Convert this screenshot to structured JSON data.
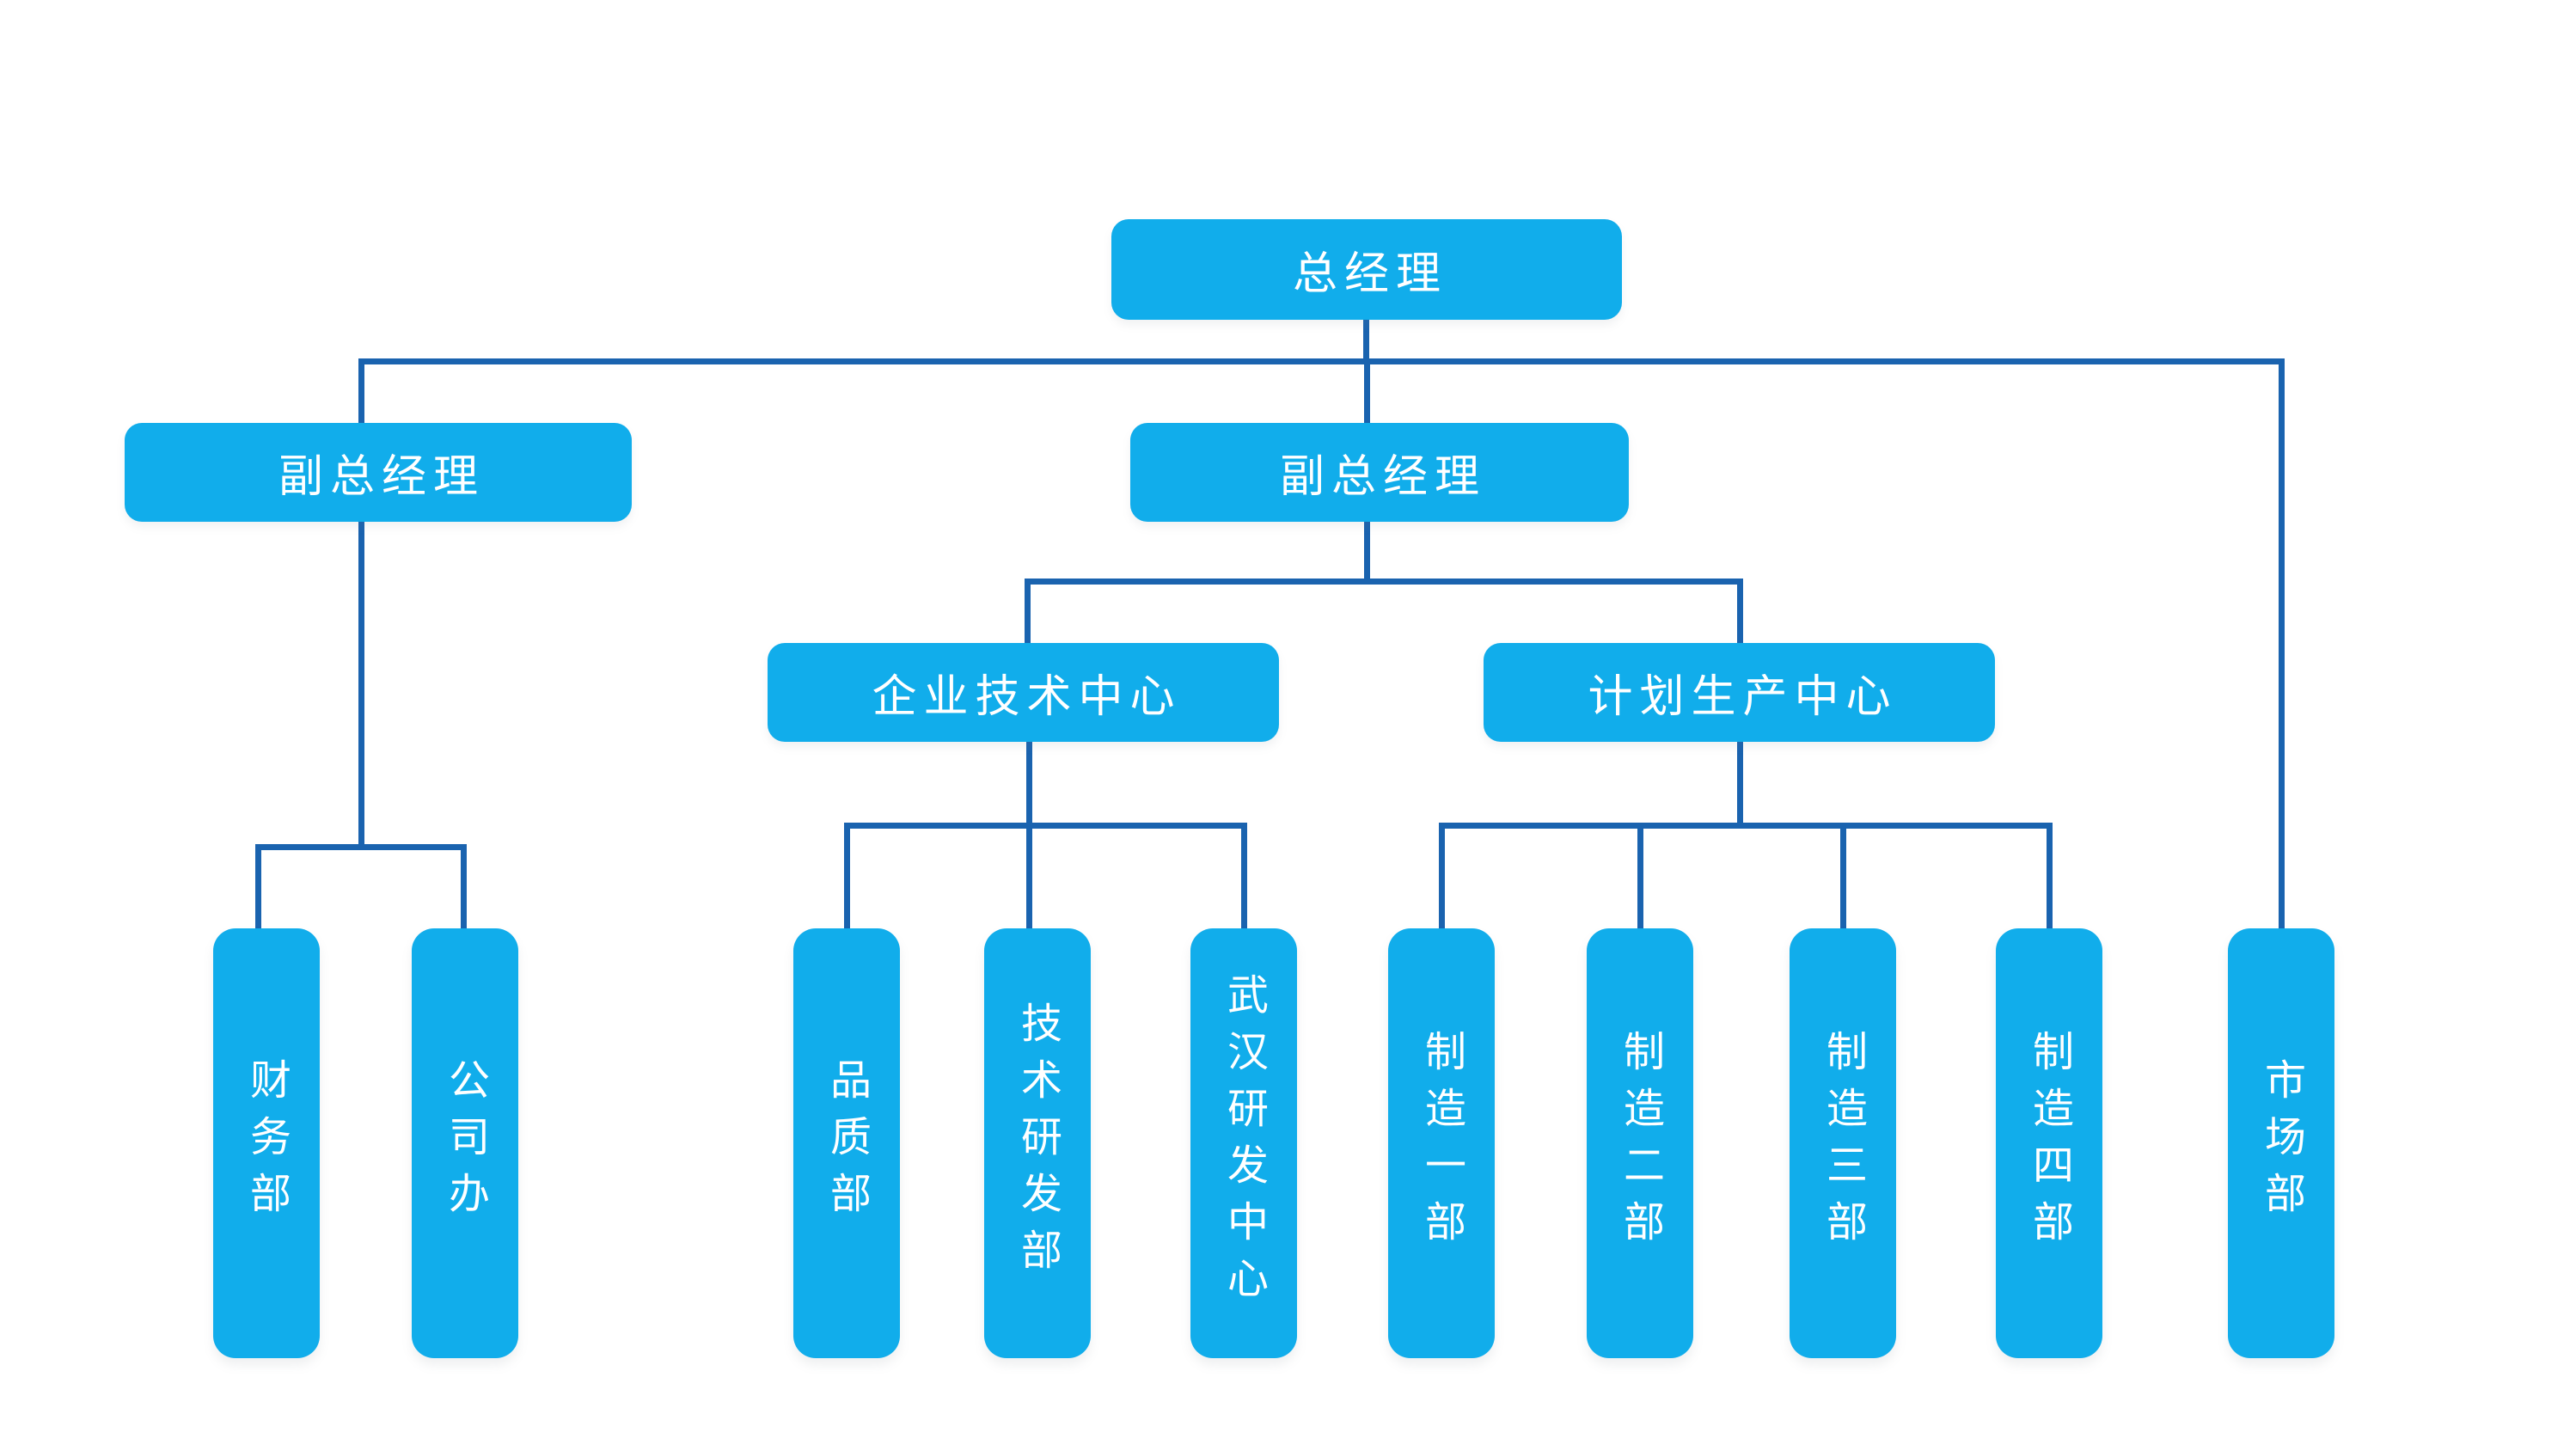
{
  "colors": {
    "node_fill": "#11adeb",
    "connector": "#1a63af",
    "text": "#ffffff",
    "background": "#ffffff"
  },
  "nodes": {
    "general_manager": {
      "label": "总经理"
    },
    "deputy_gm_left": {
      "label": "副总经理"
    },
    "deputy_gm_center": {
      "label": "副总经理"
    },
    "enterprise_tech_center": {
      "label": "企业技术中心"
    },
    "planning_production_center": {
      "label": "计划生产中心"
    },
    "finance_dept": {
      "label": "财务部"
    },
    "company_office": {
      "label": "公司办"
    },
    "quality_dept": {
      "label": "品质部"
    },
    "tech_rd_dept": {
      "label": "技术研发部"
    },
    "wuhan_rd_center": {
      "label": "武汉研发中心"
    },
    "manufacturing_dept_1": {
      "label": "制造一部"
    },
    "manufacturing_dept_2": {
      "label": "制造二部"
    },
    "manufacturing_dept_3": {
      "label": "制造三部"
    },
    "manufacturing_dept_4": {
      "label": "制造四部"
    },
    "marketing_dept": {
      "label": "市场部"
    }
  },
  "hierarchy": {
    "label": "总经理",
    "children": [
      {
        "label": "副总经理",
        "children": [
          {
            "label": "财务部"
          },
          {
            "label": "公司办"
          }
        ]
      },
      {
        "label": "副总经理",
        "children": [
          {
            "label": "企业技术中心",
            "children": [
              {
                "label": "品质部"
              },
              {
                "label": "技术研发部"
              },
              {
                "label": "武汉研发中心"
              }
            ]
          },
          {
            "label": "计划生产中心",
            "children": [
              {
                "label": "制造一部"
              },
              {
                "label": "制造二部"
              },
              {
                "label": "制造三部"
              },
              {
                "label": "制造四部"
              }
            ]
          }
        ]
      },
      {
        "label": "市场部"
      }
    ]
  }
}
